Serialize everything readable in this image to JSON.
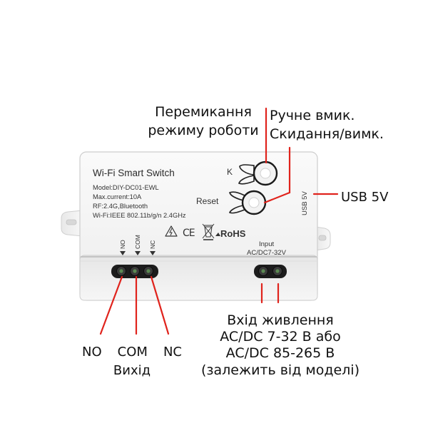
{
  "device": {
    "title": "Wi-Fi Smart Switch",
    "specs": [
      "Model:DIY-DC01-EWL",
      "Max.current:10A",
      "RF:2.4G,Bluetooth",
      "Wi-Fi:IEEE 802.11b/g/n 2.4GHz"
    ],
    "cert_ce": "CE",
    "cert_rohs": "RoHS",
    "button_k": "K",
    "button_reset": "Reset",
    "usb_label": "USB 5V",
    "input_label": "Input",
    "input_range": "AC/DC7-32V",
    "terminal_no": "NO",
    "terminal_com": "COM",
    "terminal_nc": "NC"
  },
  "callouts": {
    "mode": [
      "Перемикання",
      "режиму роботи"
    ],
    "buttons": [
      "Ручне вмик.",
      "Скидання/вимк."
    ],
    "usb": "USB 5V",
    "power": [
      "Вхід живлення",
      "AC/DC 7-32 В або",
      "AC/DC 85-265 В",
      "(залежить від моделі)"
    ],
    "outputs": [
      "NO",
      "COM",
      "NC"
    ],
    "output_label": "Вихід"
  },
  "colors": {
    "line": "#e0231c",
    "body": "#f4f4f4",
    "body_shade": "#e2e2e2",
    "text": "#111111"
  }
}
